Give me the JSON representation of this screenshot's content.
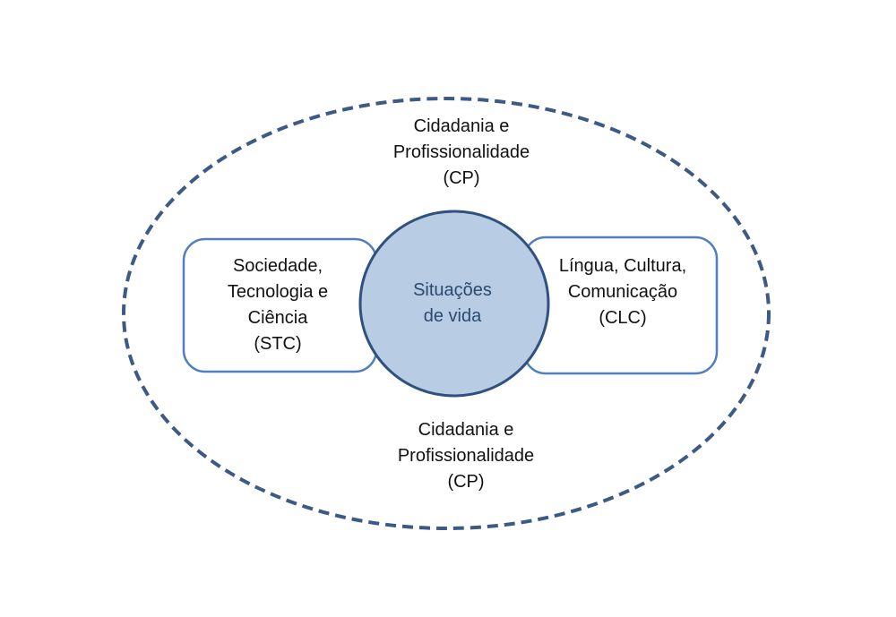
{
  "colors": {
    "outline": "#3b5a86",
    "box_border": "#4f7fc0",
    "circle_fill": "#b8cce4",
    "circle_stroke": "#2f5180"
  },
  "outer": {
    "top_lines": [
      "Cidadania e",
      "Profissionalidade",
      "(CP)"
    ],
    "bottom_lines": [
      "Cidadania e",
      "Profissionalidade",
      "(CP)"
    ]
  },
  "left_box": {
    "lines": [
      "Sociedade,",
      "Tecnologia e",
      "Ciência",
      "(STC)"
    ]
  },
  "right_box": {
    "lines": [
      "Língua, Cultura,",
      "Comunicação",
      "(CLC)"
    ]
  },
  "center": {
    "lines": [
      "Situações",
      "de vida"
    ]
  }
}
